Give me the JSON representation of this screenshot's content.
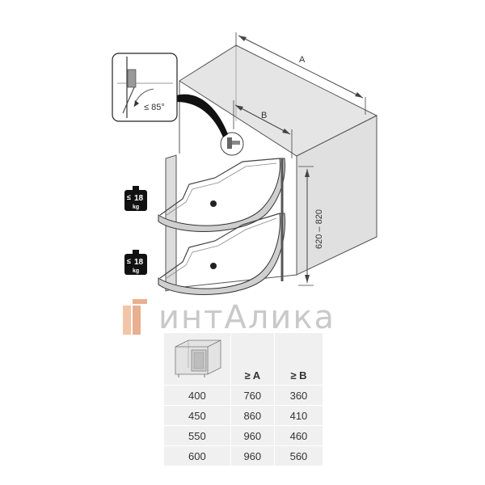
{
  "drawing": {
    "dim_a": "A",
    "dim_b": "B",
    "dim_height": "620 – 820",
    "angle": "≤ 85°",
    "weights": [
      {
        "symbol": "≤",
        "value": "18",
        "unit": "kg"
      },
      {
        "symbol": "≤",
        "value": "18",
        "unit": "kg"
      }
    ]
  },
  "watermark": {
    "text": "интАлика"
  },
  "table": {
    "headers": [
      "",
      "≥ A",
      "≥ B"
    ],
    "rows": [
      [
        "400",
        "760",
        "360"
      ],
      [
        "450",
        "860",
        "410"
      ],
      [
        "550",
        "960",
        "460"
      ],
      [
        "600",
        "960",
        "560"
      ]
    ]
  }
}
